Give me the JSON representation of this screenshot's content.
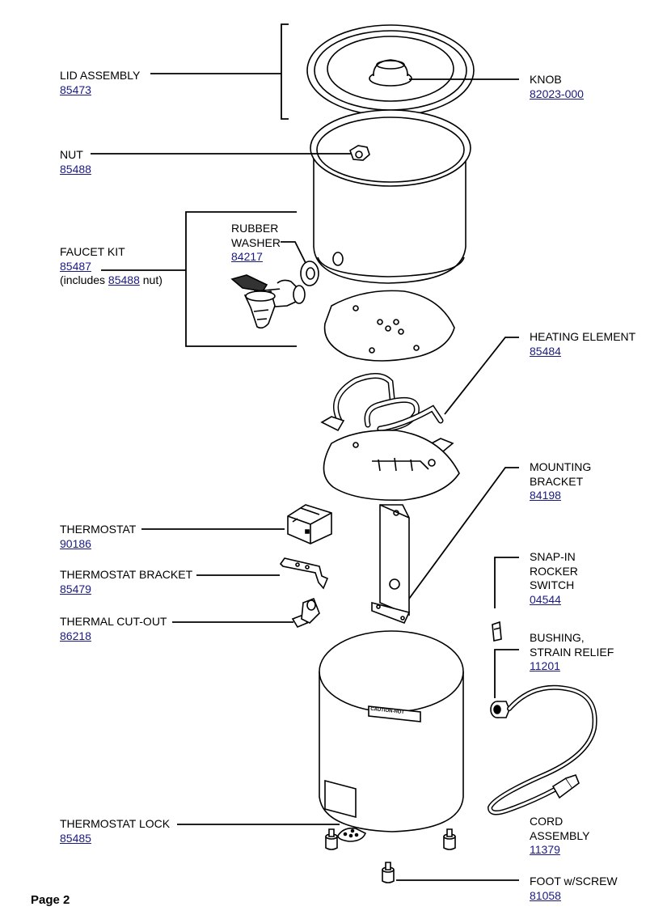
{
  "parts": {
    "lid_assembly": {
      "name": "LID ASSEMBLY",
      "number": "85473"
    },
    "knob": {
      "name": "KNOB",
      "number": "82023-000"
    },
    "nut": {
      "name": "NUT",
      "number": "85488"
    },
    "rubber_washer": {
      "name_line1": "RUBBER",
      "name_line2": "WASHER",
      "number": "84217"
    },
    "faucet_kit": {
      "name": "FAUCET KIT",
      "number": "85487",
      "note_prefix": "(includes ",
      "note_number": "85488",
      "note_suffix": " nut)"
    },
    "heating_element": {
      "name": "HEATING ELEMENT",
      "number": "85484"
    },
    "mounting_bracket": {
      "name_line1": "MOUNTING",
      "name_line2": "BRACKET",
      "number": "84198"
    },
    "thermostat": {
      "name": "THERMOSTAT",
      "number": "90186"
    },
    "thermostat_bracket": {
      "name": "THERMOSTAT BRACKET",
      "number": "85479"
    },
    "thermal_cutout": {
      "name": "THERMAL CUT-OUT",
      "number": "86218"
    },
    "rocker_switch": {
      "name_line1": "SNAP-IN",
      "name_line2": "ROCKER",
      "name_line3": "SWITCH",
      "number": "04544"
    },
    "bushing": {
      "name_line1": "BUSHING,",
      "name_line2": "STRAIN RELIEF",
      "number": "11201"
    },
    "thermostat_lock": {
      "name": "THERMOSTAT LOCK",
      "number": "85485"
    },
    "cord_assembly": {
      "name_line1": "CORD",
      "name_line2": "ASSEMBLY",
      "number": "11379"
    },
    "foot": {
      "name": "FOOT w/SCREW",
      "number": "81058"
    }
  },
  "housing_label": "CAUTION-HOT",
  "page_label": "Page 2"
}
